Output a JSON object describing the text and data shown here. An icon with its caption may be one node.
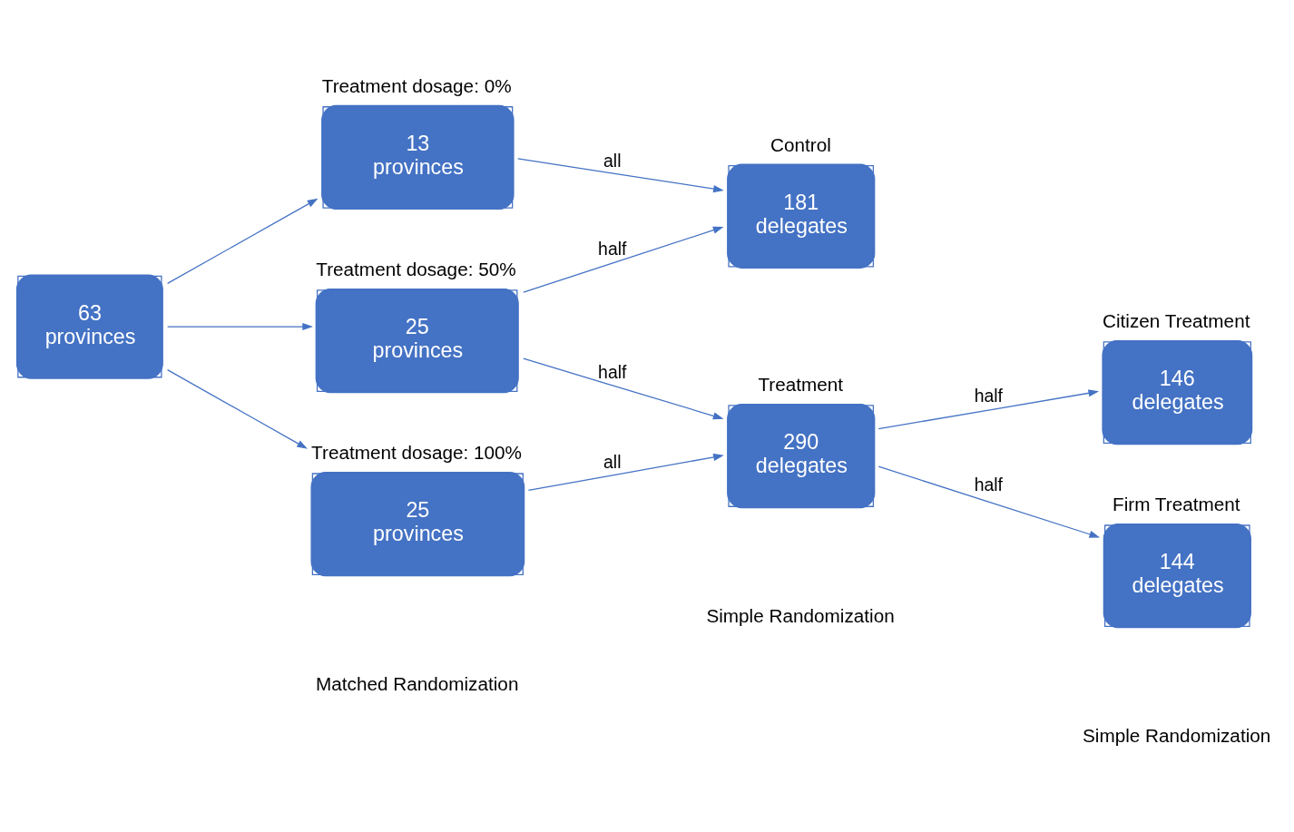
{
  "diagram": {
    "nodes": [
      {
        "text": [
          "63 provinces"
        ]
      },
      {
        "text": [
          "Treatment dosage: 0%",
          "13 provinces"
        ]
      },
      {
        "text": [
          "Treatment dosage: 50%",
          "25 provinces"
        ]
      },
      {
        "text": [
          "Treatment dosage: 100%",
          "25 provinces"
        ]
      },
      {
        "text": [
          "Control",
          "181 delegates"
        ]
      },
      {
        "text": [
          "Treatment",
          "290 delegates"
        ]
      },
      {
        "text": [
          "Citizen Treatment",
          "146 delegates"
        ]
      },
      {
        "text": [
          "Firm Treatment",
          "144 delegates"
        ]
      }
    ],
    "edges": [
      {
        "from": 0,
        "to": 1,
        "arrow": "to"
      },
      {
        "from": 0,
        "to": 2,
        "arrow": "to"
      },
      {
        "from": 0,
        "to": 3,
        "arrow": "to"
      },
      {
        "from": 1,
        "to": 4,
        "label": "all",
        "arrow": "to"
      },
      {
        "from": 2,
        "to": 4,
        "label": "half",
        "arrow": "to"
      },
      {
        "from": 2,
        "to": 5,
        "label": "half",
        "arrow": "to"
      },
      {
        "from": 3,
        "to": 5,
        "label": "all",
        "arrow": "to"
      },
      {
        "from": 5,
        "to": 6,
        "label": "half",
        "arrow": "to"
      },
      {
        "from": 5,
        "to": 7,
        "label": "half",
        "arrow": "to"
      }
    ],
    "labels": [
      "Matched Randomization",
      "Simple Randomization",
      "Simple Randomization"
    ]
  }
}
